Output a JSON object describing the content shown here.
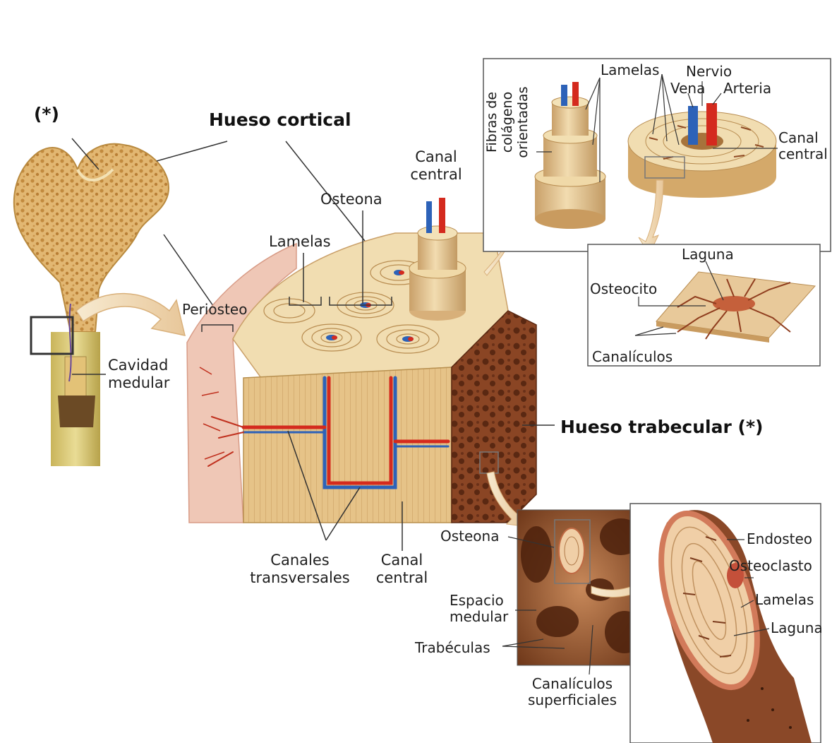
{
  "labels": {
    "asterisk_femur": "(*)",
    "hueso_cortical": "Hueso cortical",
    "canal_central_top": [
      "Canal",
      "central"
    ],
    "osteona_top": "Osteona",
    "lamelas_left": "Lamelas",
    "periosteo": "Periosteo",
    "cavidad_medular": [
      "Cavidad",
      "medular"
    ],
    "hueso_trabecular": "Hueso trabecular (*)",
    "canales_transversales": [
      "Canales",
      "transversales"
    ],
    "canal_central_bottom": [
      "Canal",
      "central"
    ],
    "inset1": {
      "fibras": [
        "Fibras de",
        "colágeno",
        "orientadas"
      ],
      "lamelas": "Lamelas",
      "nervio": "Nervio",
      "vena": "Vena",
      "arteria": "Arteria",
      "canal_central": [
        "Canal",
        "central"
      ]
    },
    "inset2": {
      "laguna": "Laguna",
      "osteocito": "Osteocito",
      "canaliculos": "Canalículos"
    },
    "inset3": {
      "osteona": "Osteona",
      "espacio_medular": [
        "Espacio",
        "medular"
      ],
      "trabeculas": "Trabéculas",
      "canaliculos_superficiales": [
        "Canalículos",
        "superficiales"
      ]
    },
    "inset4": {
      "endosteo": "Endosteo",
      "osteoclasto": "Osteoclasto",
      "lamelas": "Lamelas",
      "laguna": "Laguna"
    }
  },
  "colors": {
    "bone_light": "#f1d9a6",
    "bone_mid": "#dcb377",
    "trabecular": "#a0562f",
    "artery": "#d42a1e",
    "vein": "#2d62b8",
    "periosteum": "#e9b7a6",
    "frame": "#555555"
  }
}
